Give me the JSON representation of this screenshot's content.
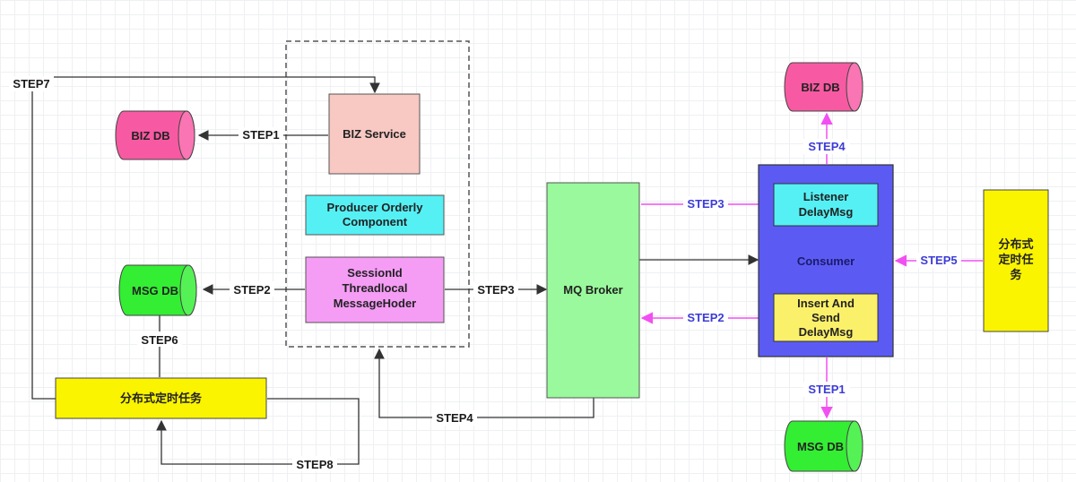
{
  "nodes": {
    "biz_service": "BIZ Service",
    "producer_component": [
      "Producer Orderly",
      "Component"
    ],
    "session_holder": [
      "SessionId",
      "Threadlocal",
      "MessageHoder"
    ],
    "mq_broker": "MQ Broker",
    "consumer": "Consumer",
    "listener": [
      "Listener",
      "DelayMsg"
    ],
    "insert_send": [
      "Insert And",
      "Send",
      "DelayMsg"
    ],
    "scheduler_right": [
      "分布式",
      "定时任",
      "务"
    ],
    "scheduler_left": "分布式定时任务",
    "biz_db_left": "BIZ DB",
    "msg_db_left": "MSG DB",
    "biz_db_right": "BIZ DB",
    "msg_db_right": "MSG DB"
  },
  "edges": {
    "step1_left": "STEP1",
    "step2_left": "STEP2",
    "step3_left": "STEP3",
    "step4_left": "STEP4",
    "step6": "STEP6",
    "step7": "STEP7",
    "step8": "STEP8",
    "step3_right": "STEP3",
    "step2_right": "STEP2",
    "step4_right": "STEP4",
    "step1_right": "STEP1",
    "step5": "STEP5"
  },
  "colors": {
    "biz_service": "#f8c8c3",
    "producer_component": "#55f0f4",
    "session_holder": "#f59cf5",
    "mq_broker": "#99f99c",
    "consumer": "#5b5bf4",
    "listener": "#55f0f4",
    "insert_send": "#fbf06a",
    "scheduler": "#fbf400",
    "biz_db": "#f75aa2",
    "msg_db": "#33ee33",
    "magenta_edge": "#f24ff2",
    "blue_label": "#3c3cd6"
  }
}
